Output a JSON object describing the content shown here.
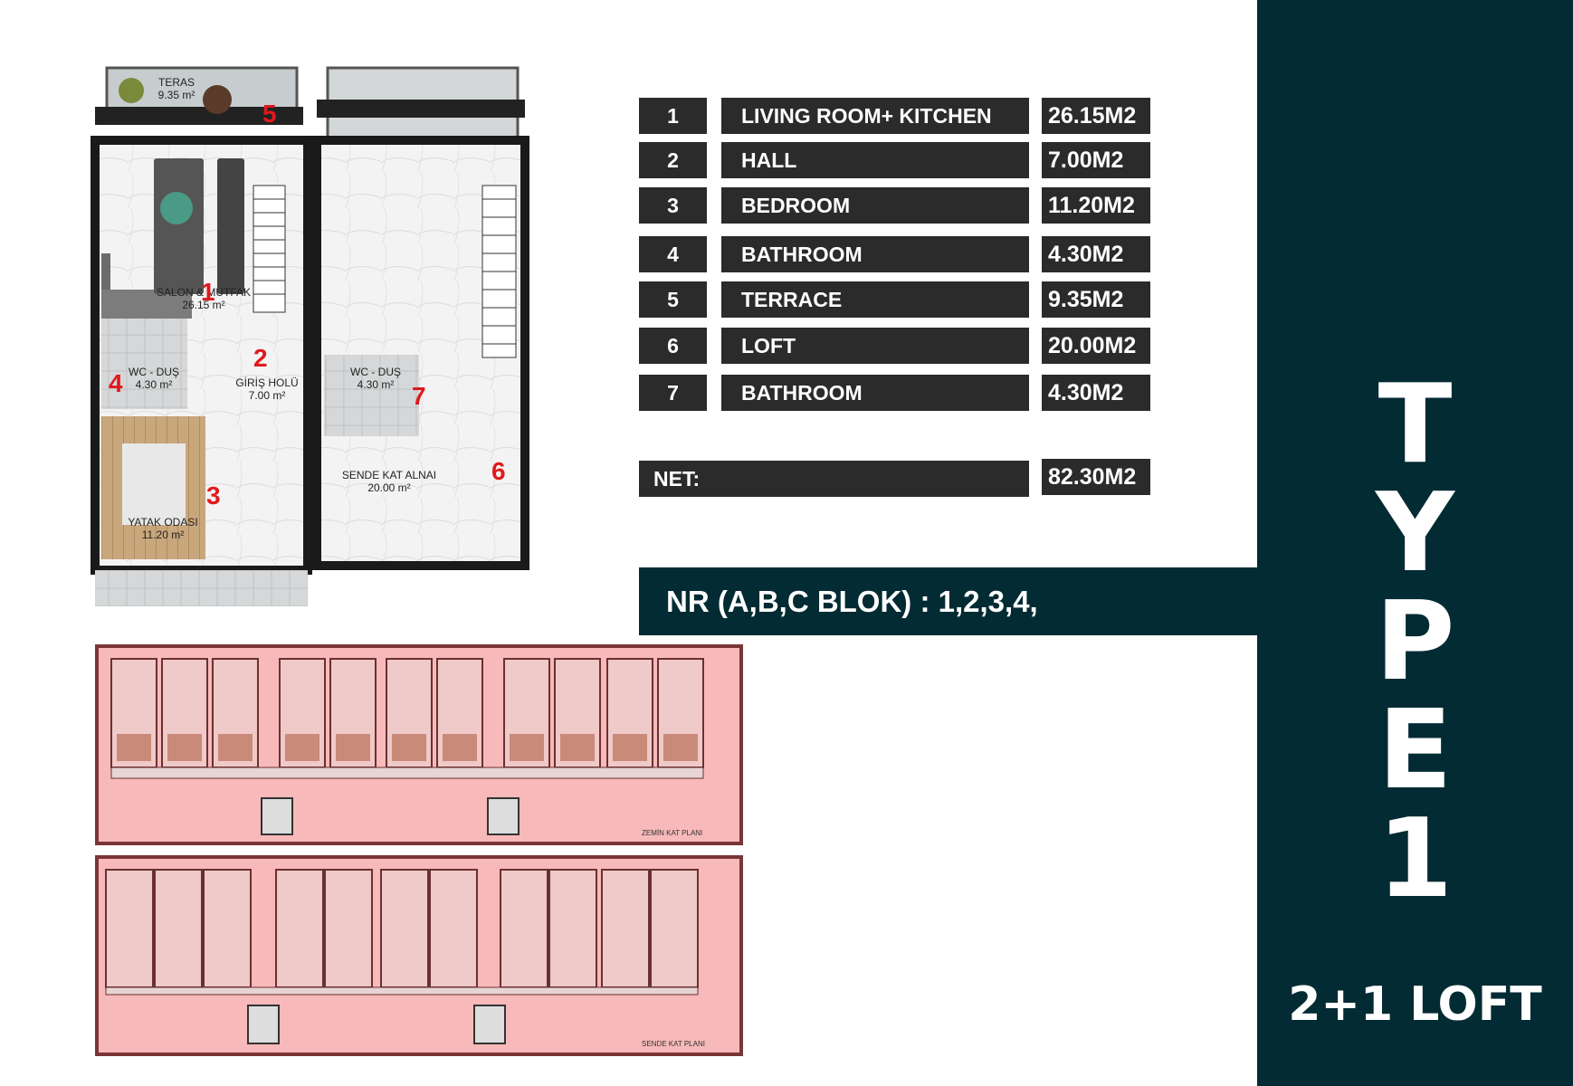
{
  "sidebar": {
    "type_letters": [
      "T",
      "Y",
      "P",
      "E",
      "1"
    ],
    "subtitle": "2+1 LOFT"
  },
  "nr_band": "NR (A,B,C BLOK) : 1,2,3,4,",
  "table": [
    {
      "num": "1",
      "name": "LIVING ROOM+ KITCHEN",
      "area": "26.15M2"
    },
    {
      "num": "2",
      "name": "HALL",
      "area": "7.00M2"
    },
    {
      "num": "3",
      "name": "BEDROOM",
      "area": "11.20M2"
    },
    {
      "num": "4",
      "name": "BATHROOM",
      "area": "4.30M2"
    },
    {
      "num": "5",
      "name": "TERRACE",
      "area": "9.35M2"
    },
    {
      "num": "6",
      "name": "LOFT",
      "area": "20.00M2"
    },
    {
      "num": "7",
      "name": "BATHROOM",
      "area": "4.30M2"
    }
  ],
  "net": {
    "label": "NET:",
    "area": "82.30M2"
  },
  "plan_labels": {
    "teras": "TERAS",
    "teras_area": "9.35 m²",
    "salon": "SALON & MUTFAK",
    "salon_area": "26.15 m²",
    "wc1": "WC - DUŞ",
    "wc1_area": "4.30 m²",
    "giris": "GİRİŞ HOLÜ",
    "giris_area": "7.00 m²",
    "yatak": "YATAK ODASI",
    "yatak_area": "11.20 m²",
    "wc2": "WC - DUŞ",
    "wc2_area": "4.30 m²",
    "sende": "SENDE KAT ALNAI",
    "sende_area": "20.00 m²",
    "num1": "1",
    "num2": "2",
    "num3": "3",
    "num4": "4",
    "num5": "5",
    "num6": "6",
    "num7": "7"
  },
  "site_labels": {
    "ground": "ZEMİN KAT PLANI",
    "loft": "SENDE KAT PLANI"
  },
  "colors": {
    "dark_teal": "#032b33",
    "cell": "#2b2b2b",
    "marker_red": "#e0191c",
    "site_pink": "#f7b9b9",
    "site_border": "#7a3535"
  }
}
